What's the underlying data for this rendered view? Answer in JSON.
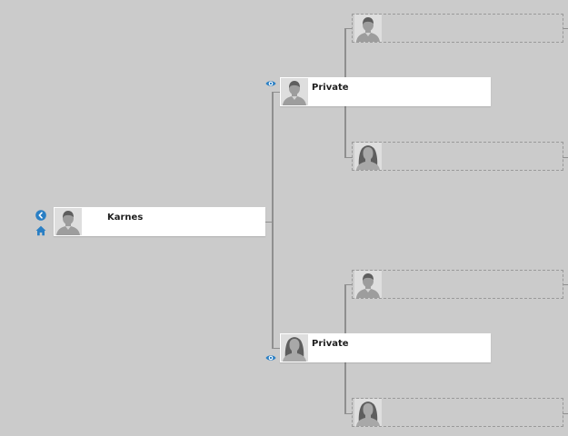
{
  "root": {
    "name": "Karnes",
    "gender": "male"
  },
  "parents": [
    {
      "name": "Private",
      "gender": "male",
      "grandparents": [
        {
          "gender": "male"
        },
        {
          "gender": "female"
        }
      ]
    },
    {
      "name": "Private",
      "gender": "female",
      "grandparents": [
        {
          "gender": "male"
        },
        {
          "gender": "female"
        }
      ]
    }
  ],
  "icons": {
    "back": "chevron-left-circle-icon",
    "home": "home-icon",
    "view": "eye-icon"
  },
  "colors": {
    "background": "#cbcbcb",
    "accent": "#2a7fc4",
    "connector": "#8f8f8f",
    "card": "#ffffff"
  }
}
